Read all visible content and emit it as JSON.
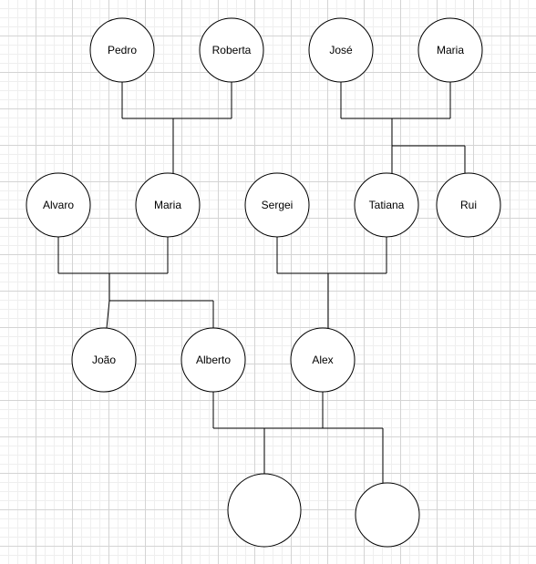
{
  "diagram": {
    "persons": {
      "pedro": "Pedro",
      "roberta": "Roberta",
      "jose": "José",
      "maria_top": "Maria",
      "alvaro": "Alvaro",
      "maria_mid": "Maria",
      "sergei": "Sergei",
      "tatiana": "Tatiana",
      "rui": "Rui",
      "joao": "João",
      "alberto": "Alberto",
      "alex": "Alex",
      "child_left": "",
      "child_right": ""
    }
  }
}
